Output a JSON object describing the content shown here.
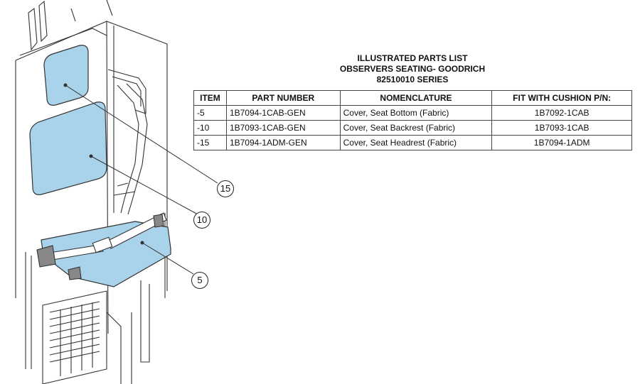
{
  "title": {
    "line1": "ILLUSTRATED PARTS LIST",
    "line2": "OBSERVERS SEATING- GOODRICH",
    "line3": "82510010 SERIES"
  },
  "table": {
    "headers": [
      "ITEM",
      "PART NUMBER",
      "NOMENCLATURE",
      "FIT WITH CUSHION P/N:"
    ],
    "rows": [
      [
        "-5",
        "1B7094-1CAB-GEN",
        "Cover, Seat Bottom (Fabric)",
        "1B7092-1CAB"
      ],
      [
        "-10",
        "1B7093-1CAB-GEN",
        "Cover, Seat Backrest (Fabric)",
        "1B7093-1CAB"
      ],
      [
        "-15",
        "1B7094-1ADM-GEN",
        "Cover, Seat Headrest (Fabric)",
        "1B7094-1ADM"
      ]
    ]
  },
  "callouts": {
    "headrest": "15",
    "backrest": "10",
    "seat": "5"
  },
  "colors": {
    "cushion_fill": "#a9d3ea",
    "line": "#333333"
  }
}
